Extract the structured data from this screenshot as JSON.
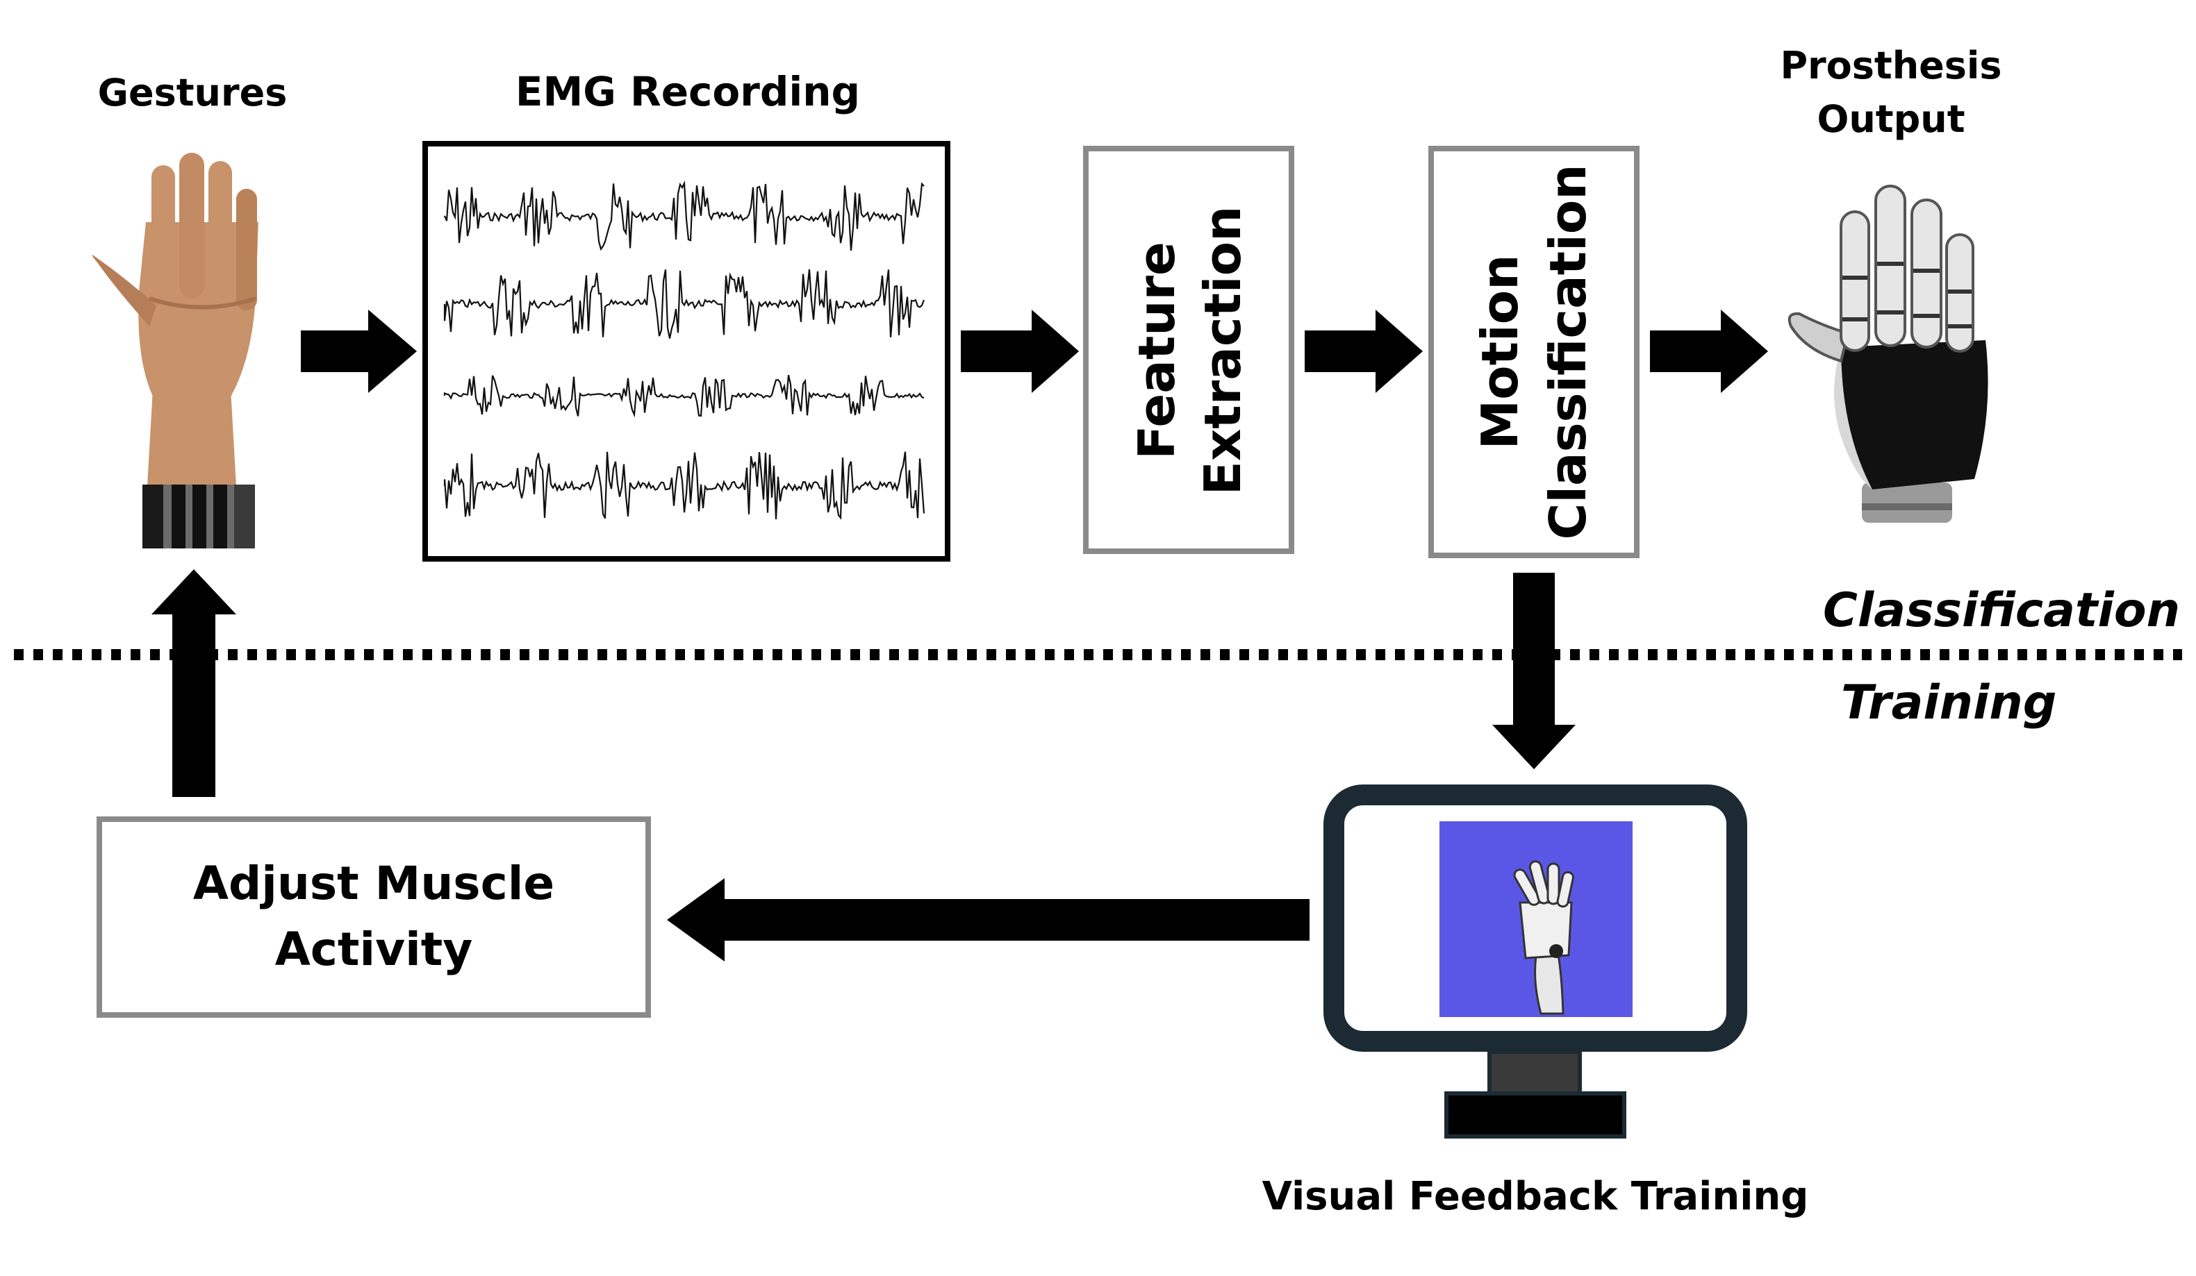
{
  "labels": {
    "gestures": "Gestures",
    "emg_recording": "EMG Recording",
    "prosthesis_line1": "Prosthesis",
    "prosthesis_line2": "Output",
    "feature_line1": "Feature",
    "feature_line2": "Extraction",
    "motion_line1": "Motion",
    "motion_line2": "Classification",
    "classification": "Classification",
    "training": "Training",
    "adjust_line1": "Adjust Muscle",
    "adjust_line2": "Activity",
    "visual_feedback": "Visual Feedback Training"
  },
  "colors": {
    "skin": "#c8926a",
    "skin_dark": "#a9714d",
    "box_border": "#8a8a8a",
    "monitor_frame": "#1c2a33",
    "monitor_screen": "#5b57e6",
    "monitor_stand": "#3a3a3a",
    "arrow": "#000000"
  },
  "icons": {
    "hand": "human-hand-icon",
    "prosthesis": "robotic-hand-icon",
    "monitor": "monitor-icon"
  }
}
